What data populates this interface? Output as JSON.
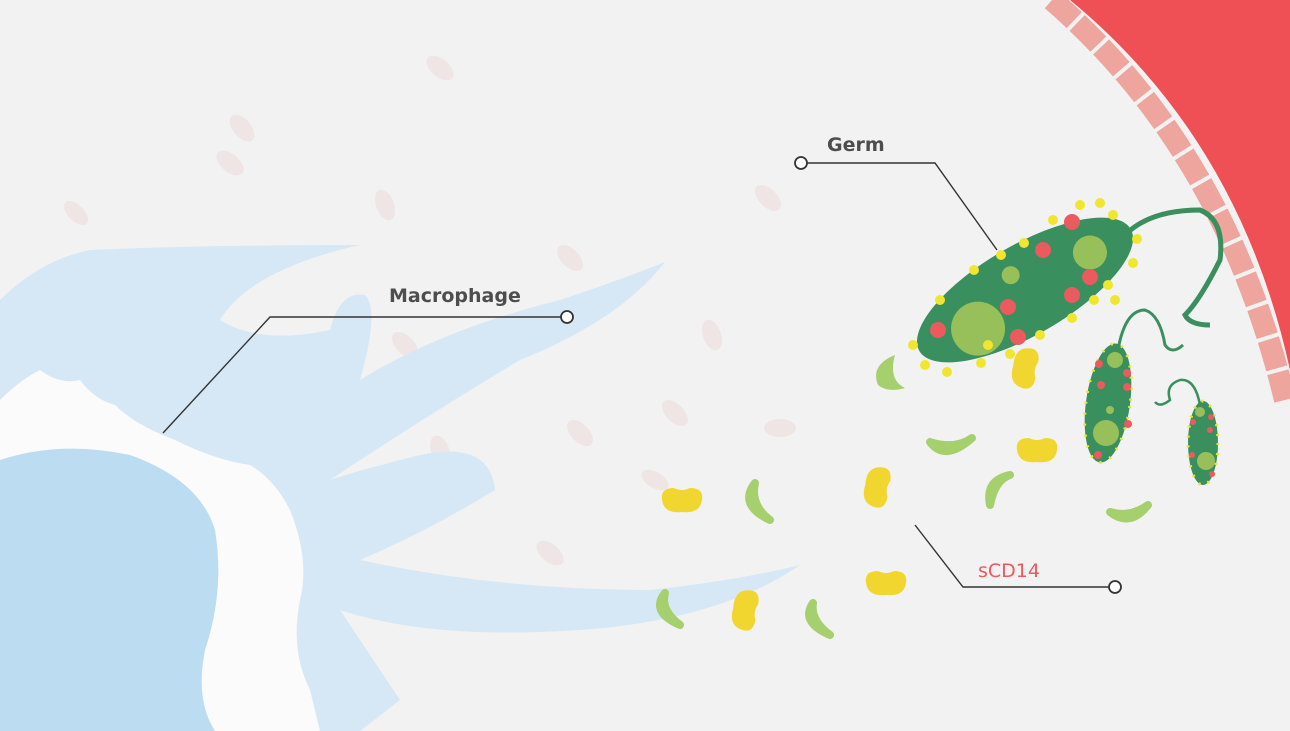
{
  "labels": {
    "germ": "Germ",
    "macrophage": "Macrophage",
    "scd14": "sCD14"
  },
  "colors": {
    "background": "#f2f2f2",
    "macrophage_membrane": "#d6e8f6",
    "macrophage_nucleus": "#bcdcf2",
    "blood_vessel": "#ee5055",
    "vessel_wall": "#eea59d",
    "germ_body": "#3a8f5f",
    "germ_spot": "#97c05a",
    "germ_red_dot": "#ea5a5e",
    "germ_yellow_dot": "#f0e62f",
    "scd14_green": "#a6cf6d",
    "scd14_yellow": "#f2d630",
    "label_text": "#4d4d4d",
    "scd14_label": "#ea5a5e"
  }
}
